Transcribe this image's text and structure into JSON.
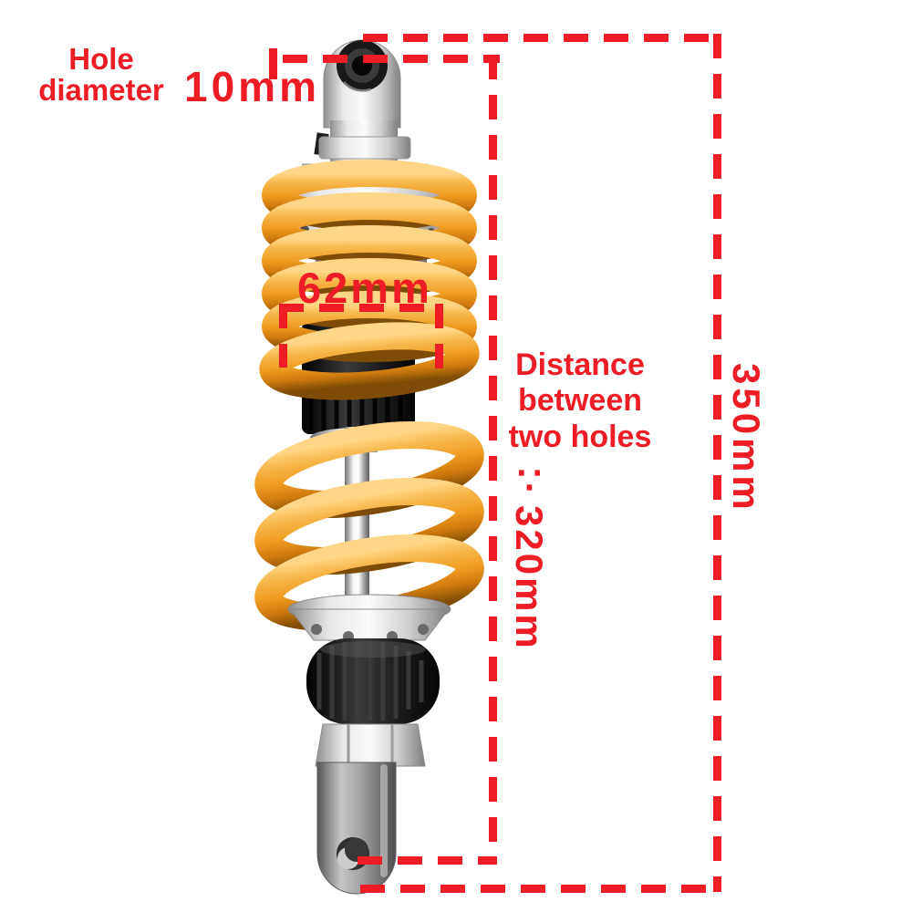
{
  "page": {
    "background": "#ffffff",
    "subject": "Motorcycle rear shock absorber with dimension annotations"
  },
  "colors": {
    "annotation_red": "#ee1c25",
    "spring_gold": "#ef9c22",
    "spring_highlight": "#ffd687",
    "metal_silver": "#e8e8e8",
    "damper_black": "#161616",
    "clevis_gray": "#9a9a9a"
  },
  "annotations": {
    "hole_diameter": {
      "label": "Hole diameter",
      "value": "10mm"
    },
    "body_width": {
      "value": "62mm"
    },
    "hole_distance": {
      "label": "Distance between two holes",
      "value": "∵320mm"
    },
    "overall_length": {
      "value": "350mm"
    }
  }
}
